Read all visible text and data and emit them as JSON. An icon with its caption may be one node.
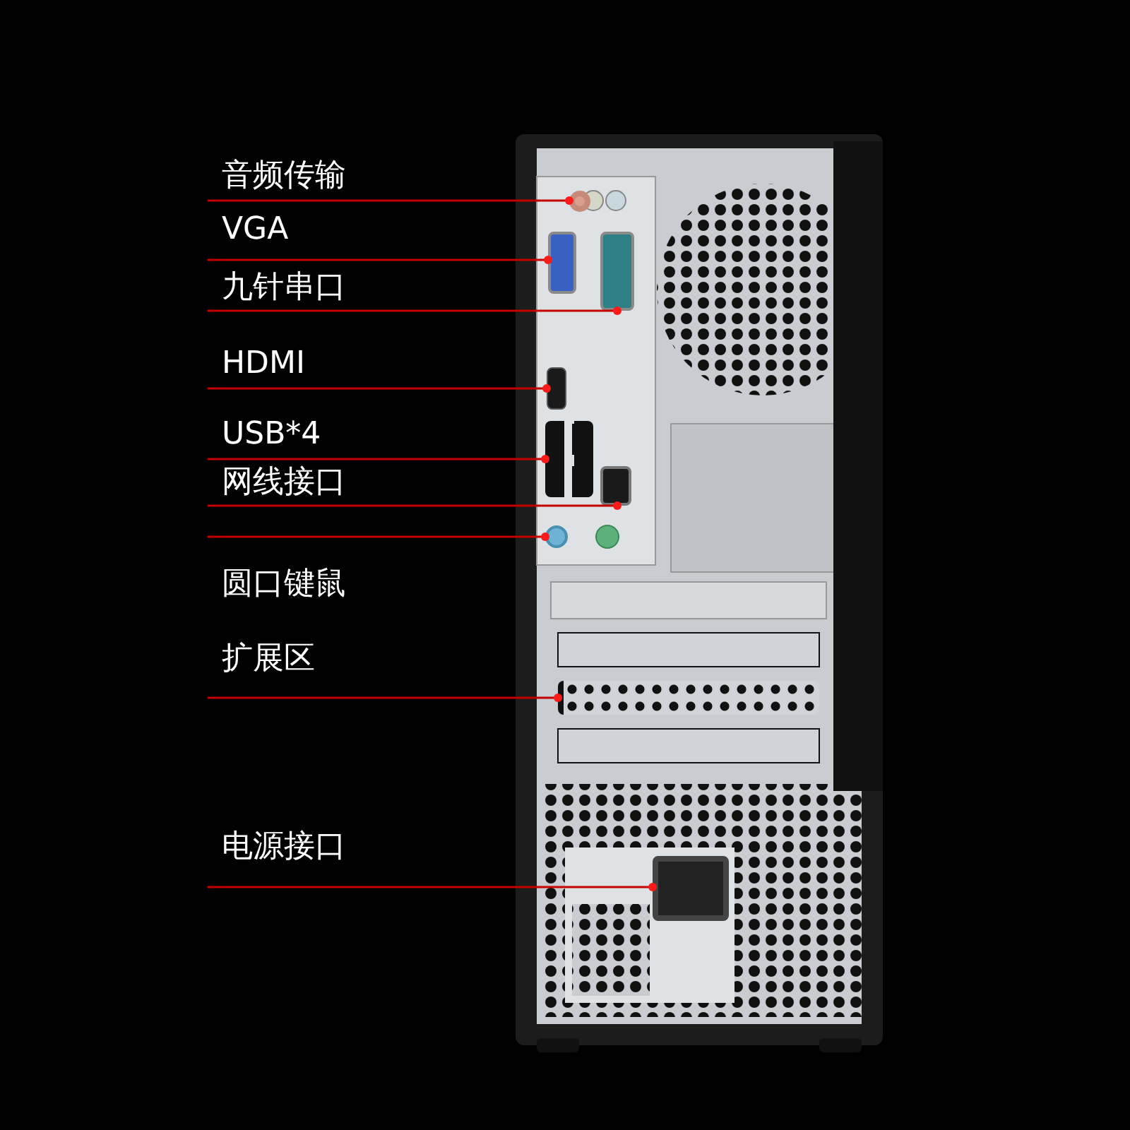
{
  "diagram": {
    "nodes": [
      {
        "text": [
          "音频传输"
        ]
      },
      {
        "text": [
          "VGA"
        ]
      },
      {
        "text": [
          "九针串口"
        ]
      },
      {
        "text": [
          "HDMI"
        ]
      },
      {
        "text": [
          "USB*4"
        ]
      },
      {
        "text": [
          "网线接口"
        ]
      },
      {
        "text": [
          "圆口键鼠"
        ]
      },
      {
        "text": [
          "扩展区"
        ]
      },
      {
        "text": [
          "电源接口"
        ]
      },
      {
        "text": [],
        "shape": "circle"
      },
      {
        "text": [],
        "shape": "box"
      },
      {
        "text": [],
        "shape": "box"
      },
      {
        "text": [],
        "shape": "box"
      },
      {
        "text": [],
        "shape": "box"
      },
      {
        "text": [],
        "shape": "box"
      },
      {
        "text": [],
        "shape": "circle"
      },
      {
        "text": [],
        "shape": "box"
      },
      {
        "text": [],
        "shape": "box"
      }
    ],
    "edges": [
      {
        "from": 0,
        "to": 9,
        "arrow": "other"
      },
      {
        "from": 1,
        "to": 10,
        "arrow": "other"
      },
      {
        "from": 2,
        "to": 11,
        "arrow": "other"
      },
      {
        "from": 3,
        "to": 12,
        "arrow": "other"
      },
      {
        "from": 4,
        "to": 13,
        "arrow": "other"
      },
      {
        "from": 5,
        "to": 14,
        "arrow": "other"
      },
      {
        "from": 6,
        "to": 15,
        "arrow": "other"
      },
      {
        "from": 7,
        "to": 16,
        "arrow": "other"
      },
      {
        "from": 8,
        "to": 17,
        "arrow": "other"
      }
    ]
  }
}
